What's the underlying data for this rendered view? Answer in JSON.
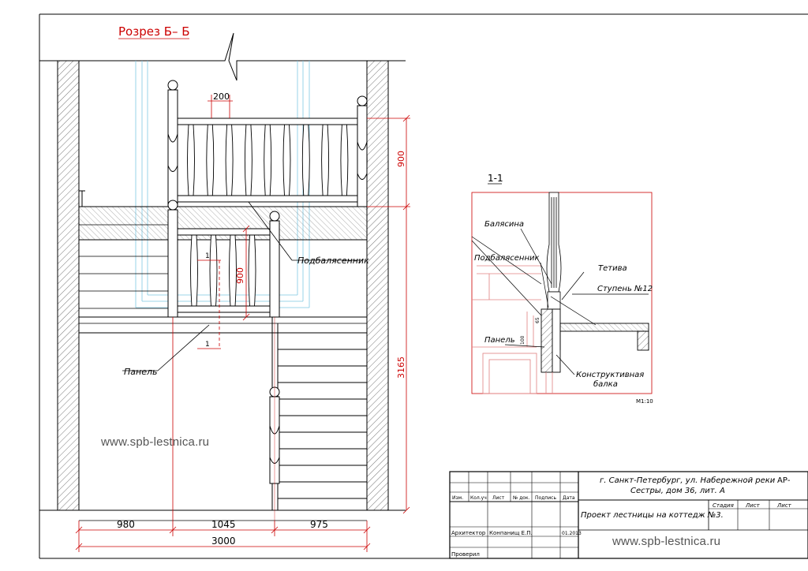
{
  "section": {
    "title": "Розрез Б– Б",
    "labels": {
      "podbal": "Подбалясенник",
      "panel": "Панель",
      "h900_top": "900",
      "h900_mid": "900",
      "h3165": "3165",
      "step200": "200",
      "mark1a": "1",
      "mark1b": "1"
    },
    "dims": {
      "d980": "980",
      "d1045": "1045",
      "d975": "975",
      "d3000": "3000"
    }
  },
  "detail": {
    "title": "1-1",
    "balyasina": "Балясина",
    "podbal": "Подбалясенник",
    "tetiva": "Тетива",
    "stupen": "Ступень №12",
    "panel": "Панель",
    "konstr1": "Конструктивная",
    "konstr2": "балка",
    "scale": "М1:10",
    "d65": "65",
    "d100": "100"
  },
  "stamp": {
    "address1": "г. Санкт-Петербург, ул. Набережной реки",
    "address2": "Сестры, дом 36, лит. А",
    "code": "АР-",
    "project": "Проект лестницы на коттедж №3.",
    "headers": [
      "Изм.",
      "Кол.уч",
      "Лист",
      "№ док.",
      "Подпись",
      "Дата"
    ],
    "stadia": "Стадия",
    "list": "Лист",
    "listov": "Лист",
    "architect_role": "Архитектор",
    "architect_name": "Конпанищ Е.П.",
    "date": "01.2013",
    "checked": "Проверил"
  },
  "watermark": "www.spb-lestnica.ru",
  "colors": {
    "line": "#000000",
    "dim": "#cc0000",
    "aux": "#7ec8e3",
    "title": "#cc0000"
  }
}
